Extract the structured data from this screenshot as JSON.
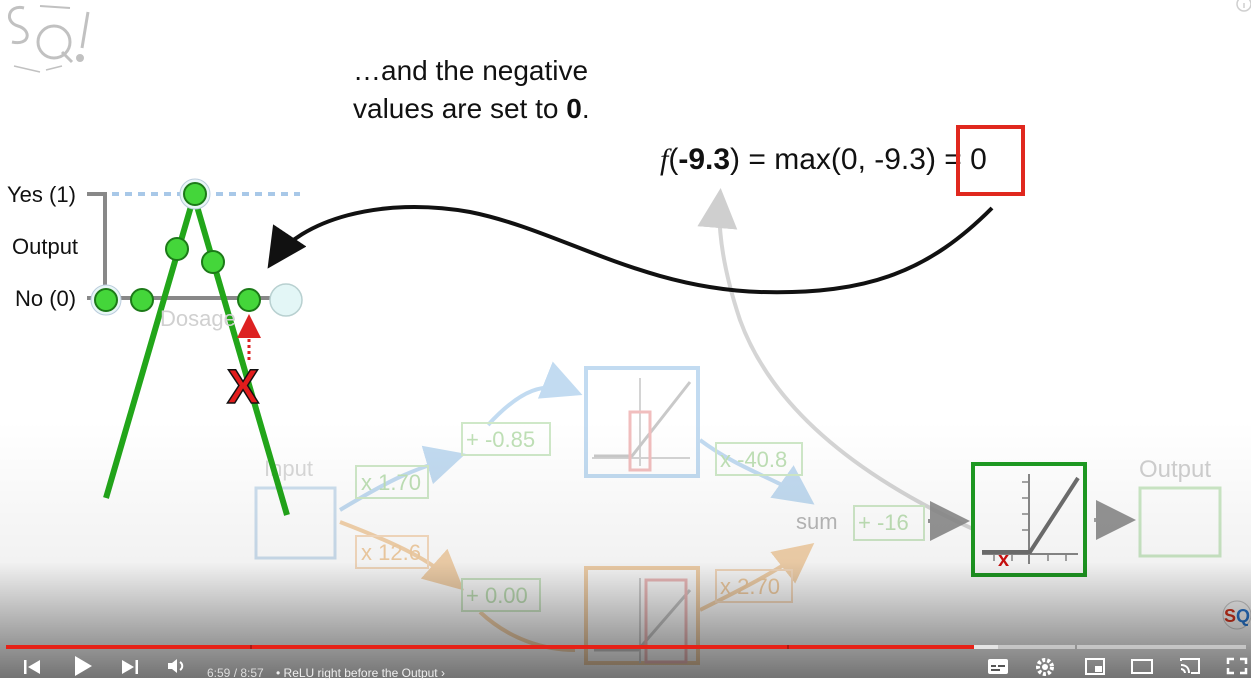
{
  "slide": {
    "title_line1": "…and the negative",
    "title_line2_pre": "values are set to ",
    "title_line2_bold": "0",
    "title_line2_post": ".",
    "equation": {
      "func": "f",
      "arg": "-9.3",
      "rest": ") = max(0, -9.3) ",
      "result": "= 0"
    },
    "graph": {
      "yes_label": "Yes (1)",
      "output_label": "Output",
      "no_label": "No (0)",
      "dosage_label": "Dosage",
      "x_mark": "X"
    },
    "network": {
      "input_label": "Input",
      "w1": "x 1.70",
      "w2": "x 12.6",
      "b1": "+ -0.85",
      "b2": "+ 0.00",
      "w3": "x -40.8",
      "w4": "x 2.70",
      "sum_label": "sum",
      "sum_bias": "+ -16",
      "output_label": "Output",
      "relu_x_mark": "x"
    }
  },
  "player": {
    "time_current": "6:59",
    "time_separator": " / ",
    "time_total": "8:57",
    "chapter_prefix": "•",
    "chapter_title": "ReLU right before the Output",
    "chapter_chevron": "›",
    "progress_fraction": 0.781,
    "buffer_fraction": 0.8,
    "accent_color": "#e62117",
    "icons": [
      "skip-back-icon",
      "play-icon",
      "skip-next-icon",
      "volume-icon",
      "subtitles-icon",
      "settings-gear-icon",
      "miniplayer-icon",
      "theater-mode-icon",
      "cast-icon",
      "fullscreen-icon",
      "info-icon"
    ]
  }
}
